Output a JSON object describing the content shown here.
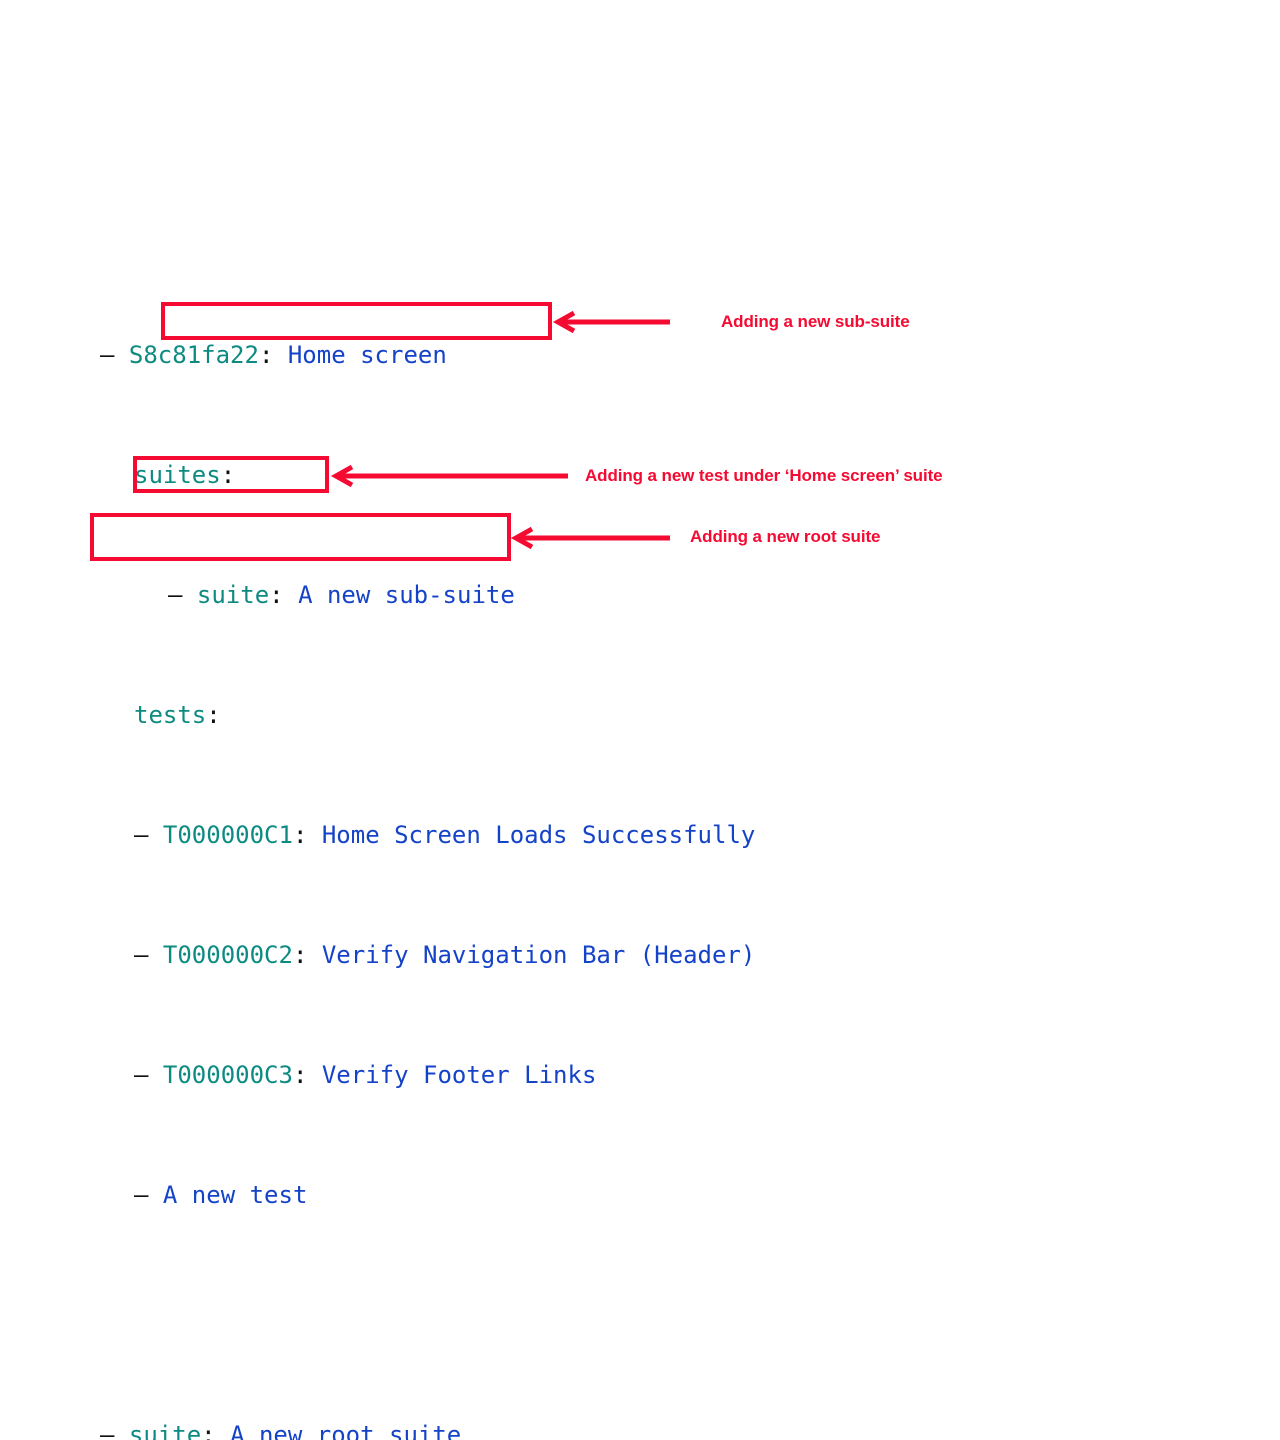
{
  "theme": {
    "background": "#ffffff",
    "id_color": "#0d8b82",
    "title_color": "#1543c8",
    "punct_color": "#111111",
    "annotation_color": "#f50a32"
  },
  "tree": {
    "root_suite": {
      "dash": "–",
      "id": "S8c81fa22",
      "colon": ":",
      "title": "Home screen"
    },
    "suites_key": {
      "key": "suites",
      "colon": ":"
    },
    "sub_suite": {
      "dash": "–",
      "key": "suite",
      "colon": ":",
      "title": "A new sub-suite"
    },
    "tests_key": {
      "key": "tests",
      "colon": ":"
    },
    "tests": [
      {
        "dash": "–",
        "id": "T000000C1",
        "colon": ":",
        "title": "Home Screen Loads Successfully"
      },
      {
        "dash": "–",
        "id": "T000000C2",
        "colon": ":",
        "title": "Verify Navigation Bar (Header)"
      },
      {
        "dash": "–",
        "id": "T000000C3",
        "colon": ":",
        "title": "Verify Footer Links"
      }
    ],
    "new_test": {
      "dash": "–",
      "title": "A new test"
    },
    "new_root_suite": {
      "dash": "–",
      "key": "suite",
      "colon": ":",
      "title": "A new root suite"
    }
  },
  "annotations": [
    {
      "text": "Adding a new sub-suite"
    },
    {
      "text": "Adding a new test under ‘Home screen’ suite"
    },
    {
      "text": "Adding a new root suite"
    }
  ]
}
